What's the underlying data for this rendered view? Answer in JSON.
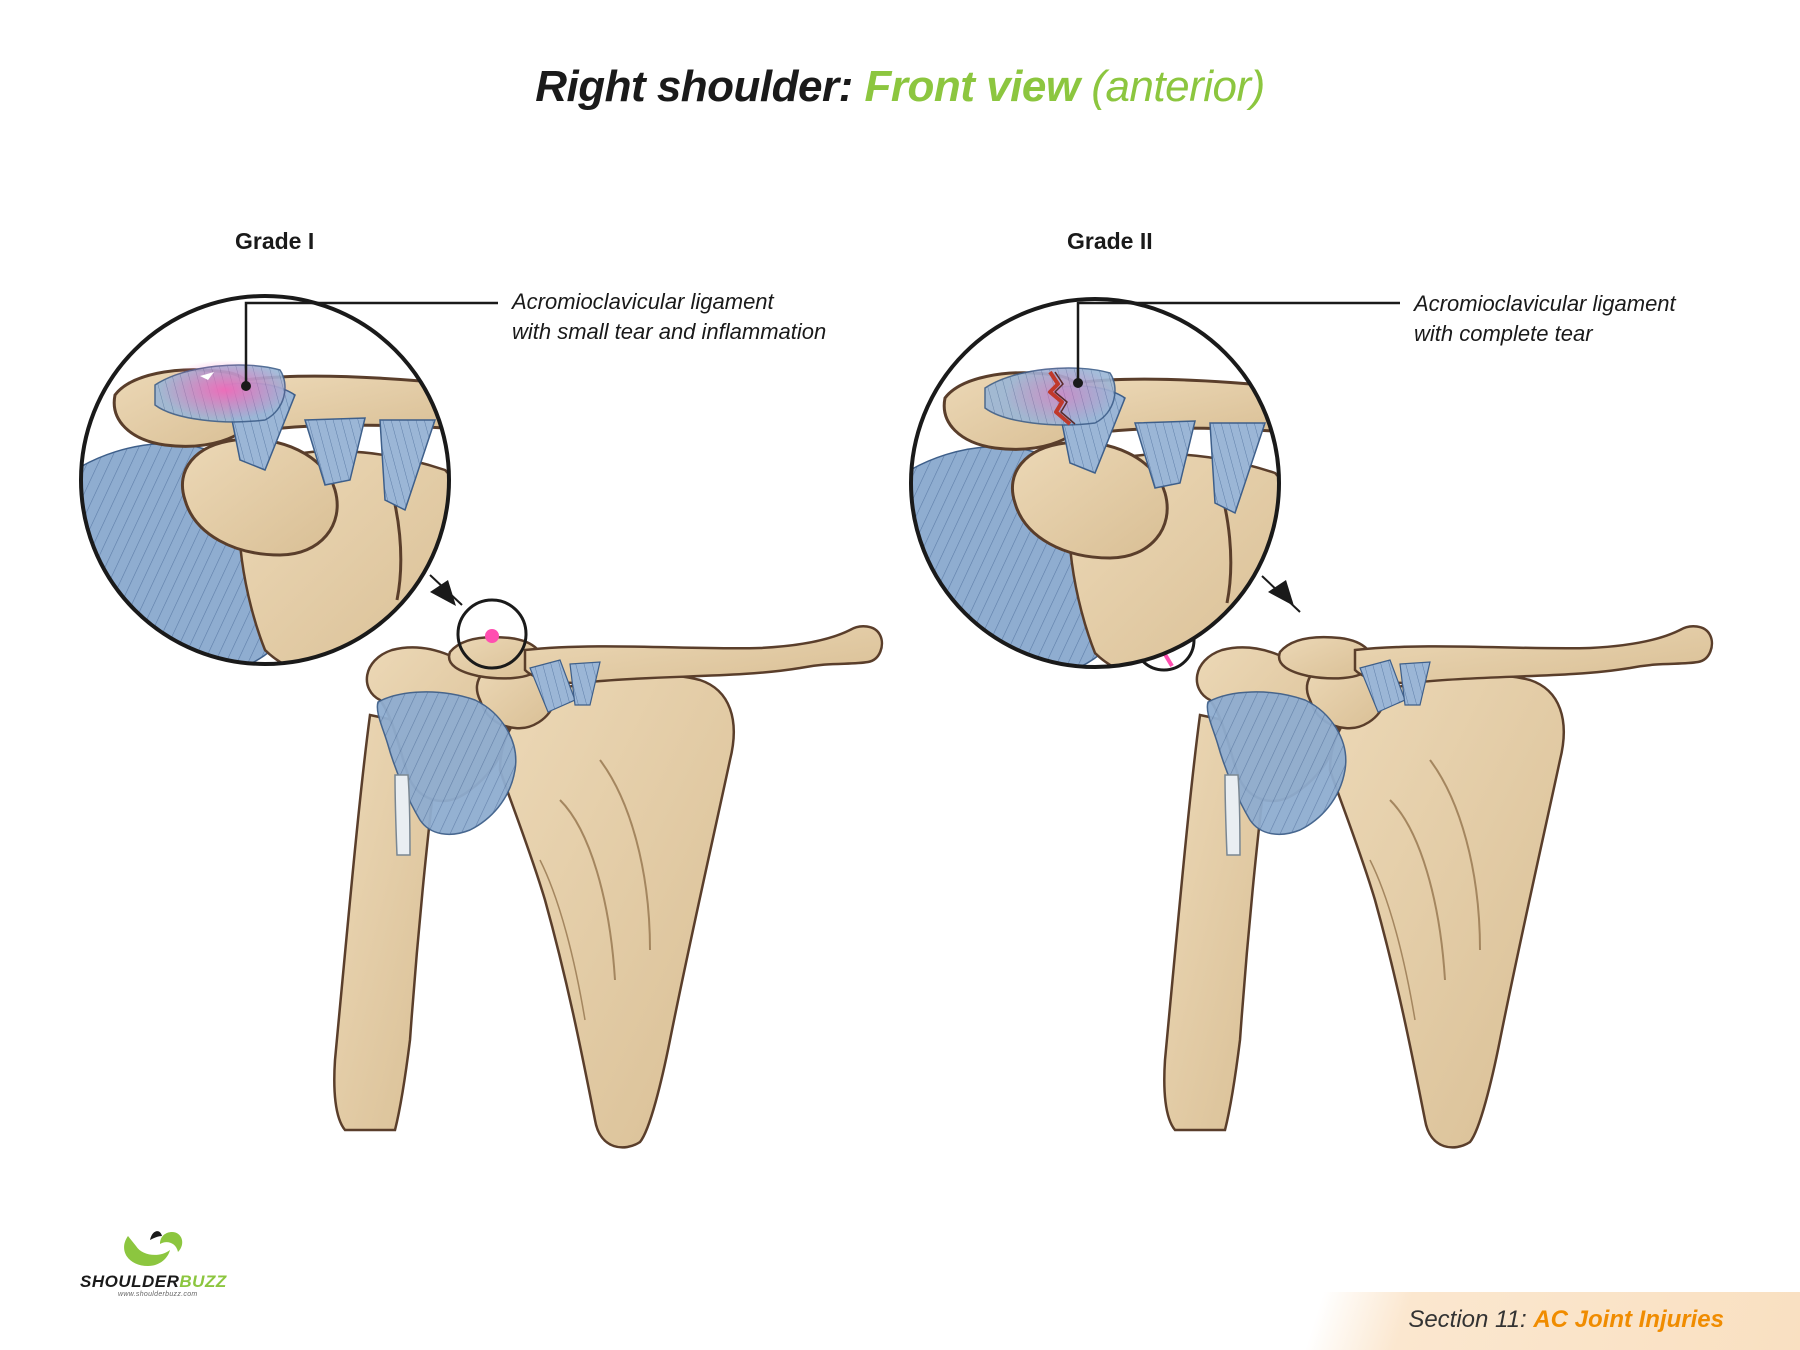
{
  "title": {
    "part1": "Right shoulder",
    "sep": ":",
    "part2": "Front view",
    "part3": "(anterior)"
  },
  "panels": [
    {
      "grade": "Grade I",
      "callout_line1": "Acromioclavicular ligament",
      "callout_line2": "with small tear and inflammation"
    },
    {
      "grade": "Grade II",
      "callout_line1": "Acromioclavicular ligament",
      "callout_line2": "with complete tear"
    }
  ],
  "logo": {
    "name_part1": "SHOULDER",
    "name_part2": "BUZZ",
    "url": "www.shoulderbuzz.com"
  },
  "footer": {
    "section": "Section 11:",
    "topic": "AC Joint Injuries"
  },
  "colors": {
    "bone": "#e6cfaa",
    "bone_outline": "#5a3e2b",
    "ligament": "#8fadd0",
    "inflammation": "#e05aa8",
    "accent_green": "#8cc63f",
    "accent_orange": "#f08c00"
  }
}
